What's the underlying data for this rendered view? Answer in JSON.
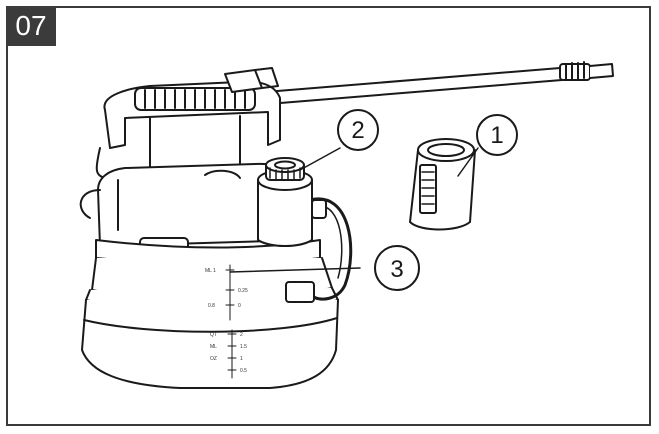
{
  "step": {
    "number": "07"
  },
  "callouts": [
    {
      "label": "1"
    },
    {
      "label": "2"
    },
    {
      "label": "3"
    }
  ],
  "upper_scale": {
    "left_marks": [
      "ML 1",
      "0.8"
    ],
    "right_marks": [
      "0.25",
      "0"
    ]
  },
  "lower_scale": {
    "left_marks": [
      "QT",
      "ML",
      "OZ"
    ],
    "right_marks": [
      "2",
      "1.5",
      "1",
      "0.5"
    ]
  },
  "colors": {
    "line": "#1a1a1a",
    "badge": "#3b3b3b",
    "badge_text": "#ffffff"
  },
  "icons": [
    "sprayer-tank-illustration",
    "refill-cartridge-illustration"
  ]
}
